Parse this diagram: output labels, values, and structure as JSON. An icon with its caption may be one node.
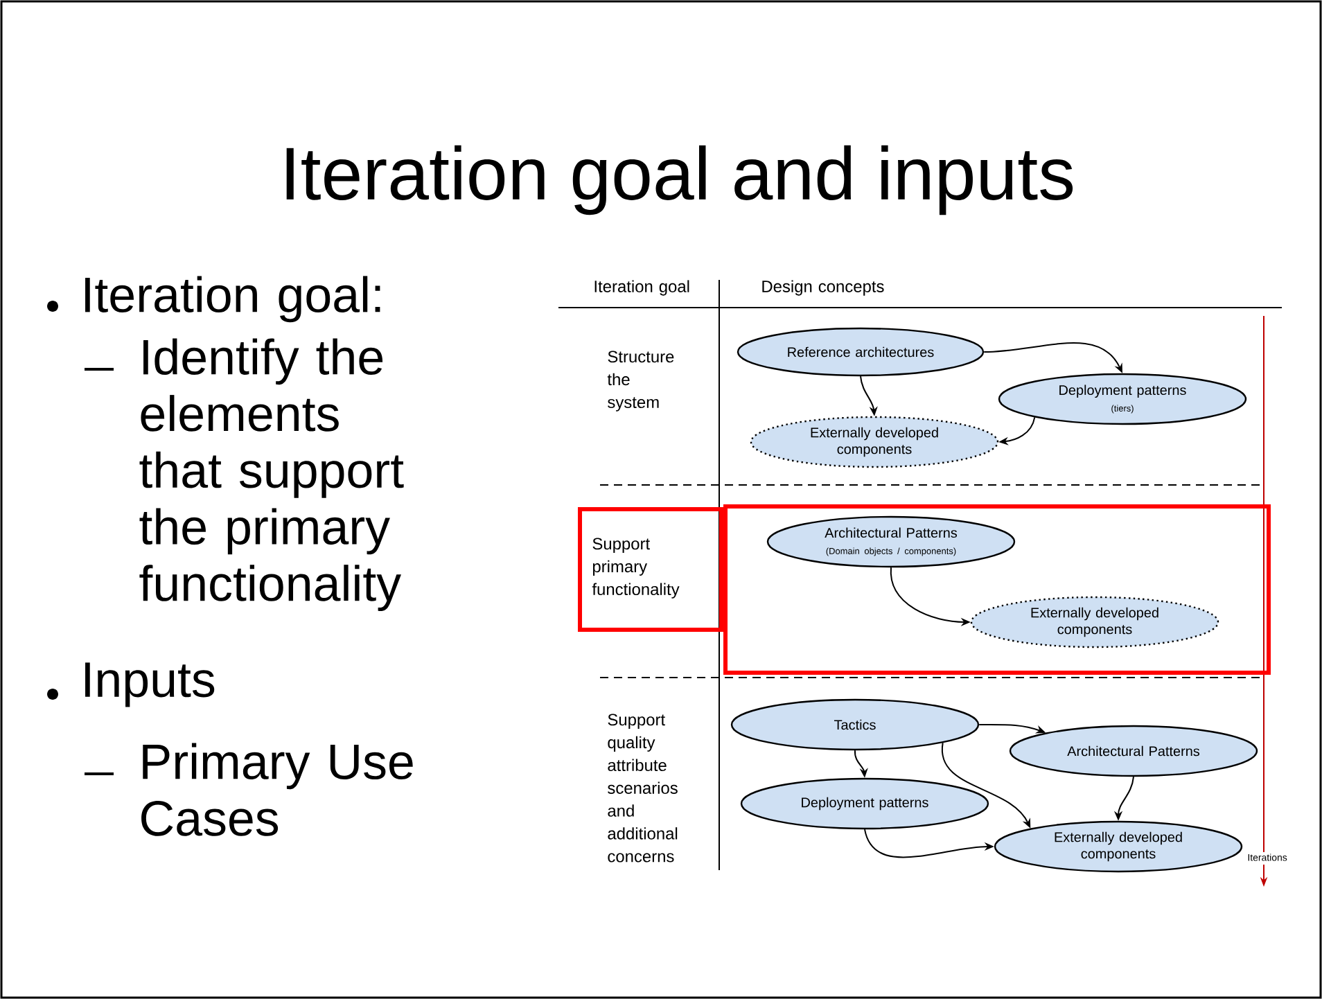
{
  "diagram": {
    "title": "Iteration goal and inputs",
    "nodes": [
      {
        "text": [
          "Reference architectures"
        ]
      },
      {
        "text": [
          "Deployment patterns",
          "(tiers)"
        ]
      },
      {
        "text": [
          "Externally developed components"
        ]
      },
      {
        "text": [
          "Support primary functionality"
        ]
      },
      {
        "text": [],
        "shape": "box"
      },
      {
        "text": [
          "Architectural Patterns",
          "(Domain objects / components)"
        ],
        "in": 4
      },
      {
        "text": [
          "Externally developed components"
        ],
        "in": 4
      },
      {
        "text": [
          "Tactics"
        ]
      },
      {
        "text": [
          "Architectural Patterns"
        ]
      },
      {
        "text": [
          "Deployment patterns"
        ]
      },
      {
        "text": [
          "Externally developed components"
        ]
      }
    ],
    "edges": [
      {
        "from": 0,
        "to": 1,
        "arrow": "to"
      },
      {
        "from": 0,
        "to": 2,
        "arrow": "to"
      },
      {
        "from": 1,
        "to": 2,
        "arrow": "to"
      },
      {
        "from": 5,
        "to": 6,
        "arrow": "to"
      },
      {
        "from": 7,
        "to": 8,
        "arrow": "to"
      },
      {
        "from": 7,
        "to": 9,
        "arrow": "to"
      },
      {
        "from": 7,
        "to": 10,
        "arrow": "to"
      },
      {
        "from": 8,
        "to": 10,
        "arrow": "to"
      },
      {
        "from": 9,
        "to": 10,
        "arrow": "to"
      }
    ],
    "labels": [
      "Iteration goal:",
      "Identify the elements that support the primary functionality",
      "Inputs",
      "Primary Use Cases",
      "Iteration goal",
      "Design concepts",
      "Structure the system",
      "Support quality attribute scenarios and additional concerns",
      "Iterations"
    ]
  }
}
